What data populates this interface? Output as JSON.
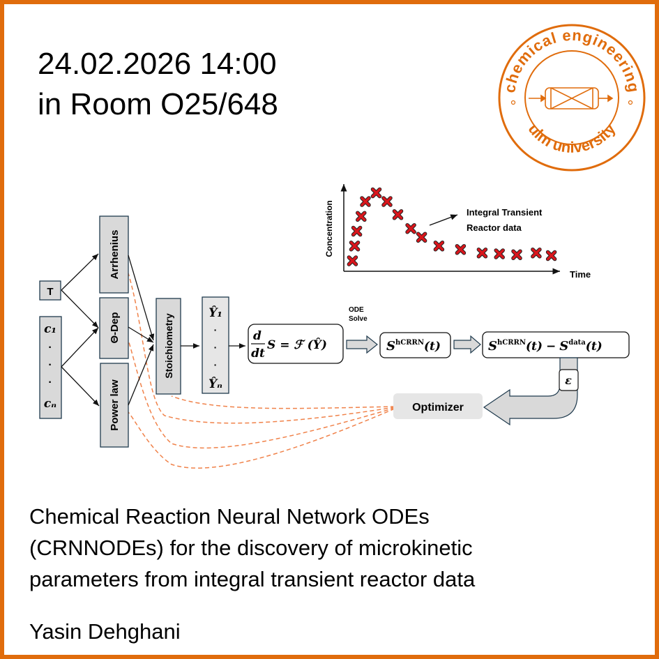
{
  "header": {
    "datetime": "24.02.2026 14:00",
    "location": "in Room O25/648"
  },
  "logo": {
    "top_text": "chemical engineering",
    "bottom_text": "ulm university",
    "brand_color": "#e06c0c"
  },
  "diagram": {
    "inputs": {
      "temperature": "T",
      "concentrations": [
        "c₁",
        "·",
        "·",
        "·",
        "cₙ"
      ]
    },
    "rate_blocks": [
      "Arrhenius",
      "Θ-Dep",
      "Power law"
    ],
    "stoichiometry": "Stoichiometry",
    "outputs": [
      "Ŷ₁",
      "·",
      "·",
      "·",
      "Ŷₙ"
    ],
    "ode_equation": {
      "lhs_num": "d",
      "lhs_den": "dt",
      "rhs": "S = ℱ (Ŷ)"
    },
    "ode_solve_label": [
      "ODE",
      "Solve"
    ],
    "solution": {
      "symbol": "S",
      "superscript": "hCRRN",
      "arg": "(t)"
    },
    "residual": {
      "a_symbol": "S",
      "a_sup": "hCRRN",
      "a_arg": "(t)",
      "op": "−",
      "b_symbol": "S",
      "b_sup": "data",
      "b_arg": "(t)"
    },
    "error_label": "ε",
    "optimizer_label": "Optimizer",
    "feedback_color": "#f0824a",
    "box_fill": "#d9d9d9",
    "box_stroke": "#1f3a4d"
  },
  "chart_data": {
    "type": "scatter",
    "title": "",
    "xlabel": "Time",
    "ylabel": "Concentration",
    "annotation": [
      "Integral Transient",
      "Reactor data"
    ],
    "marker": "x",
    "marker_color": "#d9161c",
    "note": "Qualitative sketch without tick values; values are relative (0–1 scale).",
    "xlim": [
      0,
      1
    ],
    "ylim": [
      0,
      1
    ],
    "x": [
      0.04,
      0.05,
      0.06,
      0.08,
      0.1,
      0.15,
      0.2,
      0.25,
      0.31,
      0.36,
      0.44,
      0.54,
      0.64,
      0.72,
      0.8,
      0.89,
      0.96
    ],
    "y": [
      0.12,
      0.29,
      0.46,
      0.63,
      0.8,
      0.9,
      0.8,
      0.65,
      0.49,
      0.39,
      0.29,
      0.25,
      0.21,
      0.2,
      0.19,
      0.21,
      0.18
    ]
  },
  "talk": {
    "title_lines": [
      "Chemical Reaction Neural Network ODEs",
      "(CRNNODEs) for the discovery of microkinetic",
      "parameters from integral transient reactor data"
    ],
    "speaker": "Yasin Dehghani"
  }
}
